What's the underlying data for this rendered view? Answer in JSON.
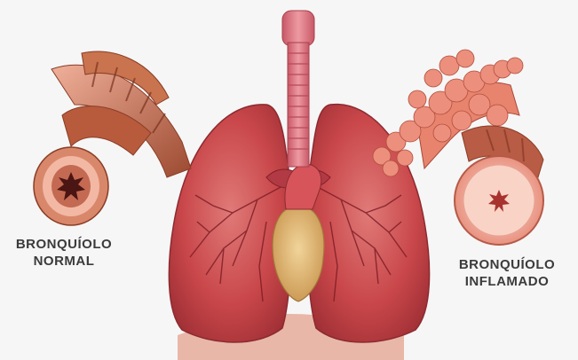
{
  "labels": {
    "normal": {
      "line1": "BRONQUÍOLO",
      "line2": "NORMAL"
    },
    "inflamado": {
      "line1": "BRONQUÍOLO",
      "line2": "INFLAMADO"
    }
  },
  "colors": {
    "background": "#f6f6f6",
    "lung": "#c9474a",
    "lung_dark": "#9e2f35",
    "trachea": "#e0707a",
    "heart": "#d9a15e",
    "bronchiole_normal": "#b85a3c",
    "bronchiole_inflamed": "#e8836e",
    "label_text": "#3b3b3b"
  }
}
